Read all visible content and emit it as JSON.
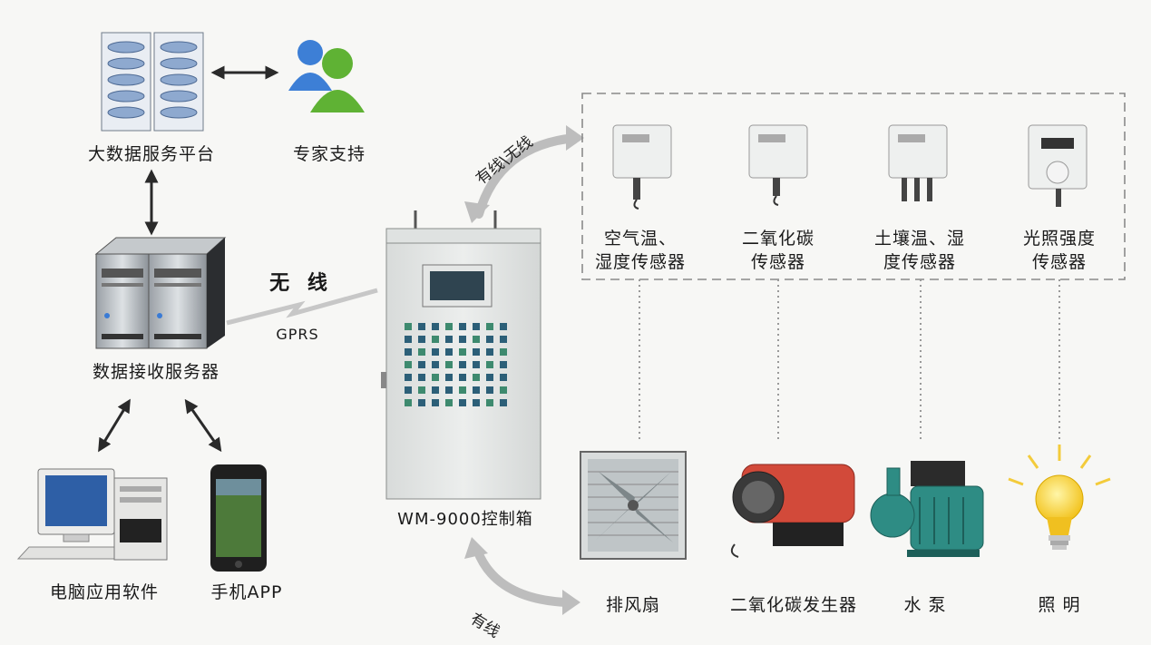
{
  "left_column": {
    "big_data_platform": "大数据服务平台",
    "expert_support": "专家支持",
    "data_receive_server": "数据接收服务器",
    "pc_software": "电脑应用软件",
    "mobile_app": "手机APP"
  },
  "links": {
    "wireless_label": "无 线",
    "gprs_label": "GPRS",
    "wired_wireless_label": "有线\\无线",
    "wired_label": "有线"
  },
  "control_box": {
    "label": "WM-9000控制箱"
  },
  "sensors": [
    {
      "line1": "空气温、",
      "line2": "湿度传感器"
    },
    {
      "line1": "二氧化碳",
      "line2": "传感器"
    },
    {
      "line1": "土壤温、湿",
      "line2": "度传感器"
    },
    {
      "line1": "光照强度",
      "line2": "传感器"
    }
  ],
  "actuators": [
    {
      "label": "排风扇"
    },
    {
      "label": "二氧化碳发生器"
    },
    {
      "label": "水 泵"
    },
    {
      "label": "照 明"
    }
  ],
  "colors": {
    "arrow": "#2a2a2a",
    "curved_arrow": "#b8b8b8",
    "dashed_box": "#8a8a8a",
    "cabinet": "#e6e8e7",
    "screen": "#2f4450",
    "heater_body": "#d24a3a",
    "pump_body": "#2e8c84",
    "bulb": "#f6cf2a"
  }
}
